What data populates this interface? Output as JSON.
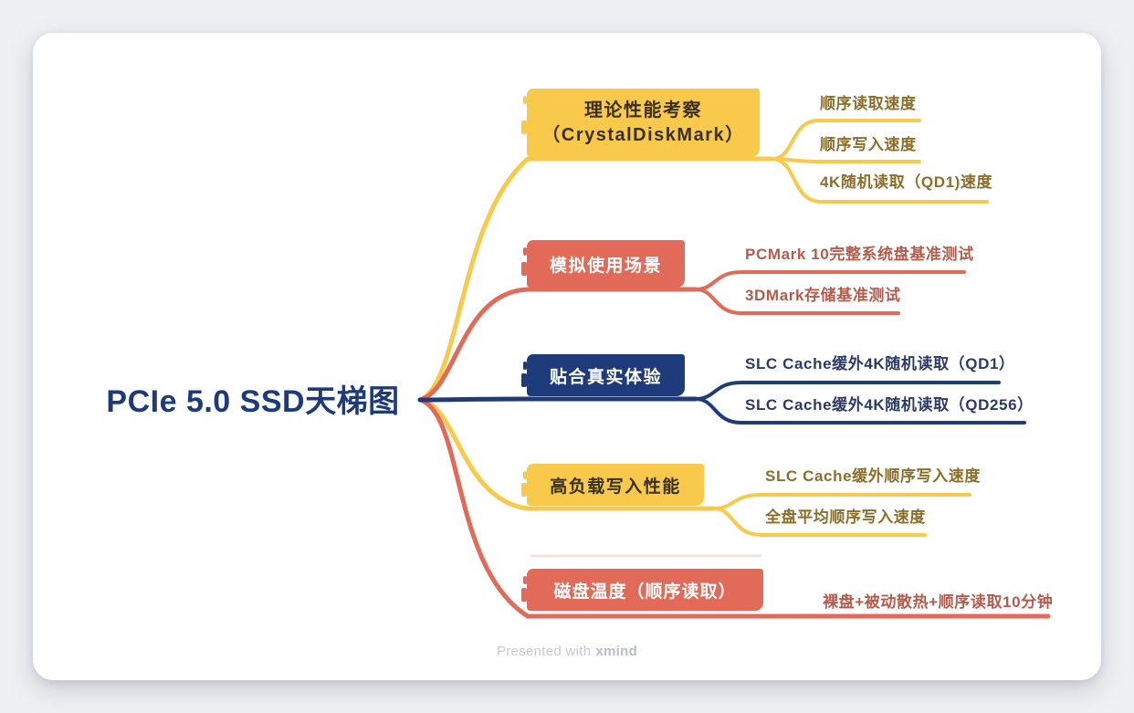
{
  "central_topic": {
    "label": "PCIe 5.0 SSD天梯图"
  },
  "branches": [
    {
      "label_lines": [
        "理论性能考察",
        "（CrystalDiskMark）"
      ],
      "color": "yellow",
      "children": [
        "顺序读取速度",
        "顺序写入速度",
        "4K随机读取（QD1)速度"
      ]
    },
    {
      "label_lines": [
        "模拟使用场景"
      ],
      "color": "coral",
      "children": [
        "PCMark 10完整系统盘基准测试",
        "3DMark存储基准测试"
      ]
    },
    {
      "label_lines": [
        "贴合真实体验"
      ],
      "color": "navy",
      "children": [
        "SLC Cache缓外4K随机读取（QD1）",
        "SLC Cache缓外4K随机读取（QD256）"
      ]
    },
    {
      "label_lines": [
        "高负载写入性能"
      ],
      "color": "yellow",
      "children": [
        "SLC Cache缓外顺序写入速度",
        "全盘平均顺序写入速度"
      ]
    },
    {
      "label_lines": [
        "磁盘温度（顺序读取）"
      ],
      "color": "coral",
      "children": [
        "裸盘+被动散热+顺序读取10分钟"
      ]
    }
  ],
  "footer": {
    "prefix": "Presented with",
    "brand": "xmind"
  },
  "colors": {
    "yellow": "#F8C94B",
    "coral": "#E26A58",
    "navy": "#1E3C7B",
    "yellow_topic_text": "#3A3020",
    "gold_subtopic_text": "#8C6E2B",
    "coral_subtopic_text": "#B35C4B",
    "navy_subtopic_text": "#2C3A66",
    "central_text": "#1D3A7A",
    "card_background": "#FFFFFF",
    "page_background": "#EEF0F3"
  }
}
